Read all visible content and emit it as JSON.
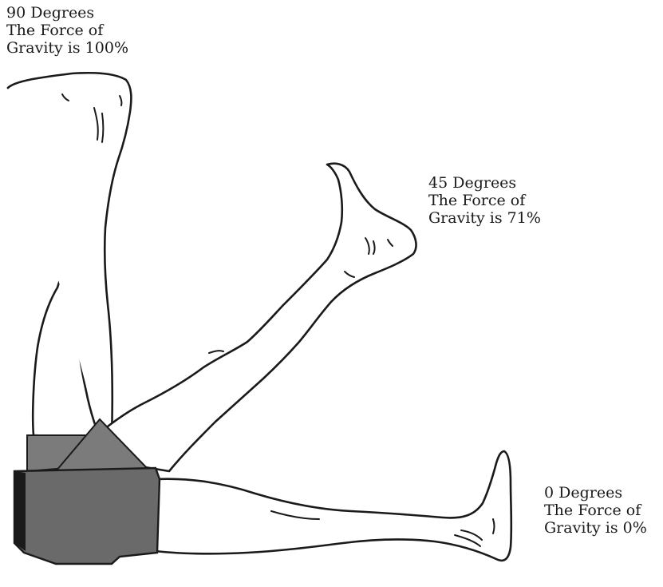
{
  "labels": {
    "deg90": {
      "line1": "90 Degrees",
      "line2": "The Force of",
      "line3": "Gravity is 100%"
    },
    "deg45": {
      "line1": "45 Degrees",
      "line2": "The Force of",
      "line3": "Gravity is 71%"
    },
    "deg0": {
      "line1": "0 Degrees",
      "line2": "The Force of",
      "line3": "Gravity is 0%"
    }
  },
  "colors": {
    "outline": "#1a1a1a",
    "shorts": "#7b7b7b",
    "shorts_dark": "#6a6a6a",
    "background": "#ffffff"
  }
}
